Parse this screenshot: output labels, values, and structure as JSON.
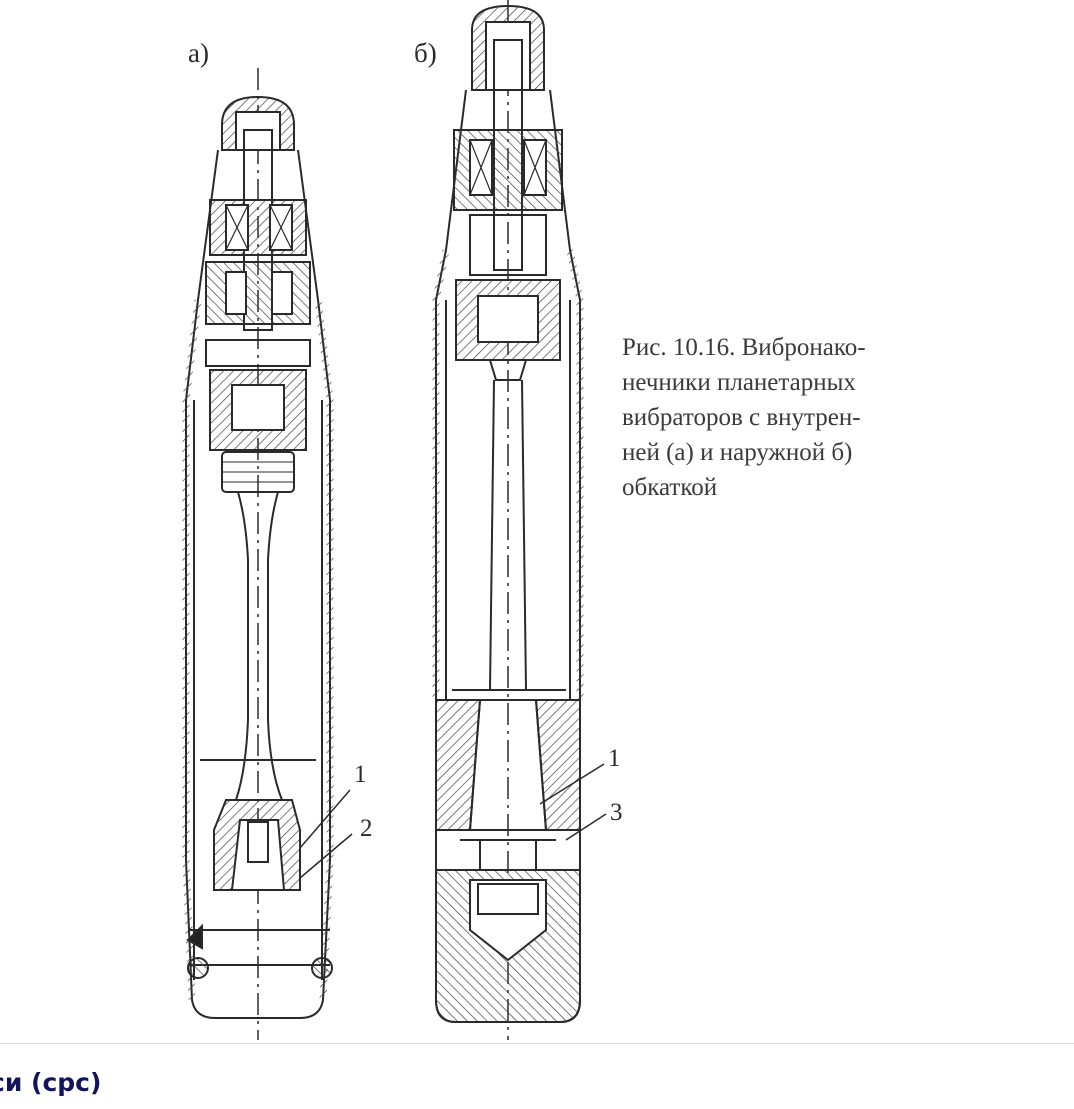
{
  "figure": {
    "panel_a_label": "а)",
    "panel_b_label": "б)",
    "callouts_a": [
      "1",
      "2"
    ],
    "callouts_b": [
      "1",
      "3"
    ]
  },
  "caption": {
    "line1": "Рис. 10.16. Вибронако-",
    "line2": "нечники планетарных",
    "line3": "вибраторов с внутрен-",
    "line4": "ней (а) и наружной б)",
    "line5": "обкаткой"
  },
  "section_heading": "си (срс)",
  "colors": {
    "ink": "#2a2a2a",
    "heading": "#14145c",
    "divider": "#d6d6d6"
  }
}
